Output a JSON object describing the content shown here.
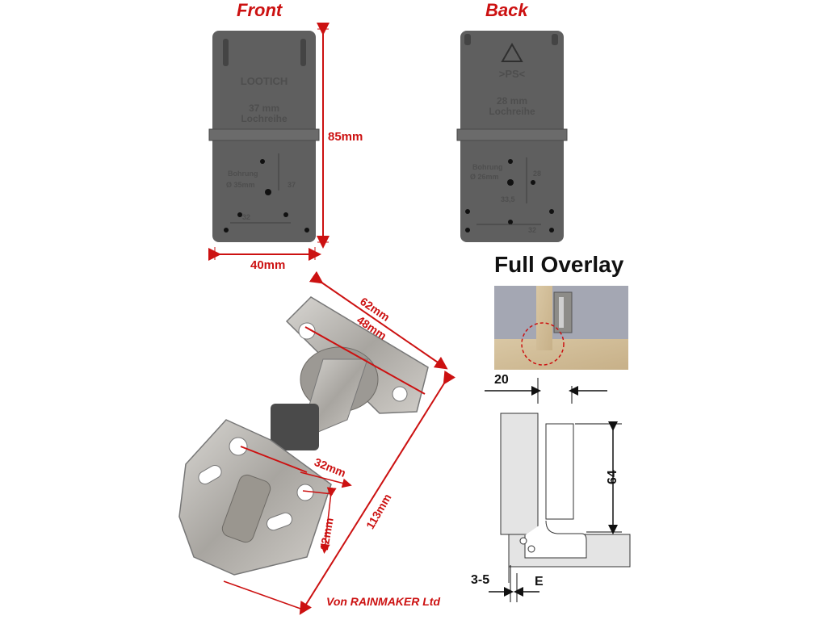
{
  "labels": {
    "front": "Front",
    "back": "Back",
    "height": "85mm",
    "width": "40mm",
    "full_overlay": "Full Overlay",
    "credit": "Von RAINMAKER Ltd"
  },
  "front_template": {
    "brand": "LOOTICH",
    "spacing_line1": "37 mm",
    "spacing_line2": "Lochreihe",
    "bore_line1": "Bohrung",
    "bore_line2": "Ø 35mm",
    "spacing_32": "32",
    "spacing_37": "37"
  },
  "back_template": {
    "ps_mark": ">PS<",
    "spacing_line1": "28 mm",
    "spacing_line2": "Lochreihe",
    "bore_line1": "Bohrung",
    "bore_line2": "Ø 26mm",
    "spacing_32": "32",
    "spacing_28": "28",
    "spacing_335": "33,5"
  },
  "hinge_dims": {
    "d62": "62mm",
    "d48": "48mm",
    "d32": "32mm",
    "d12": "12mm",
    "d113": "113mm"
  },
  "diagram_dims": {
    "d20": "20",
    "d64": "64",
    "d35": "3-5",
    "e": "E"
  },
  "colors": {
    "dimension_red": "#cc1111",
    "template_grey": "#5f5f5f",
    "hinge_metal": "#b9b6b0"
  }
}
